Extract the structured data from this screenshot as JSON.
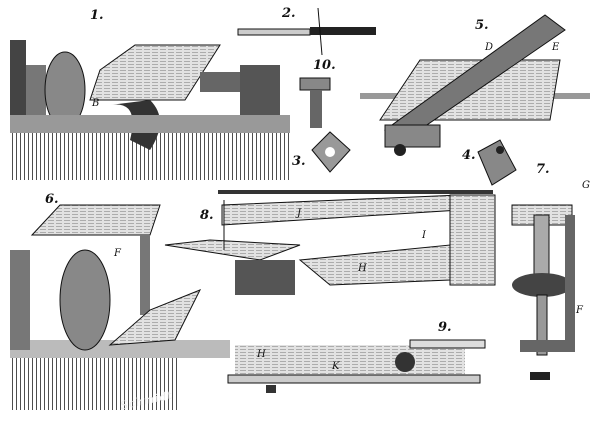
{
  "figure_numbers": [
    "1.",
    "2.",
    "3.",
    "4.",
    "5.",
    "6.",
    "7.",
    "8.",
    "9.",
    "10."
  ],
  "part_letters": {
    "fig1_B": "B",
    "fig5_D": "D",
    "fig5_E": "E",
    "fig6_F": "F",
    "fig7_G": "G",
    "fig7_F": "F",
    "fig8_J": "J",
    "fig8_I": "I",
    "fig8_H": "H",
    "fig9_H": "H",
    "fig9_K": "K"
  },
  "engraver_signature": "Schmidt",
  "colors": {
    "ink": "#111111",
    "shade": "#555555",
    "light": "#bbbbbb",
    "paper": "#ffffff"
  }
}
